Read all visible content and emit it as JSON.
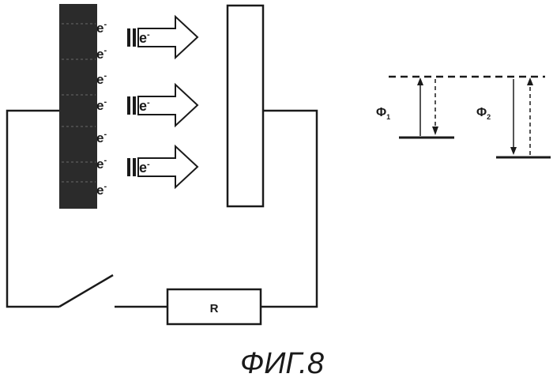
{
  "electron_symbol": "e",
  "electron_superscript": "-",
  "resistor_label": "R",
  "work_function_1": {
    "symbol": "Φ",
    "subscript": "1"
  },
  "work_function_2": {
    "symbol": "Φ",
    "subscript": "2"
  },
  "caption": "ФИГ.8",
  "colors": {
    "ink": "#1a1a1a",
    "emitter": "#2b2b2b",
    "paper": "#ffffff"
  }
}
